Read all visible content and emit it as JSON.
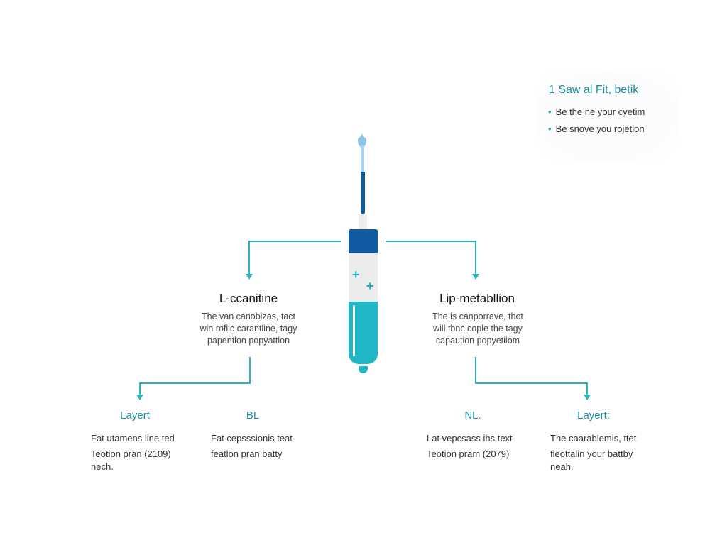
{
  "info_card": {
    "title": "1 Saw al Fit, betik",
    "bullets": [
      "Be the ne your cyetim",
      "Be snove you rojetion"
    ]
  },
  "center_icon": "test-tube-syringe-icon",
  "colors": {
    "accent_teal": "#2bb3bf",
    "heading_teal": "#1a8f9b",
    "cap_blue": "#0f5aa0",
    "liquid_cyan": "#21b6c6"
  },
  "branches": {
    "left": {
      "heading": "L-ccanitine",
      "description": [
        "The van canobizas, tact",
        "win rofiic carantline, tagy",
        "papention popyattion"
      ]
    },
    "right": {
      "heading": "Lip-metabllion",
      "description": [
        "The is canporrave, thot",
        "will tbnc cople the tagy",
        "capaution popyetiiom"
      ]
    }
  },
  "leaves": [
    {
      "title": "Layert",
      "lines": [
        "Fat utamens line ted",
        "Teotion pran (2109)",
        "nech."
      ]
    },
    {
      "title": "BL",
      "lines": [
        "Fat cepsssionis teat",
        "featlon pran batty"
      ]
    },
    {
      "title": "NL.",
      "lines": [
        "Lat vepcsass ihs text",
        "Teotion pram (2079)"
      ]
    },
    {
      "title": "Layert:",
      "lines": [
        "The caarablemis, ttet",
        "fleottalin your battby",
        "neah."
      ]
    }
  ]
}
